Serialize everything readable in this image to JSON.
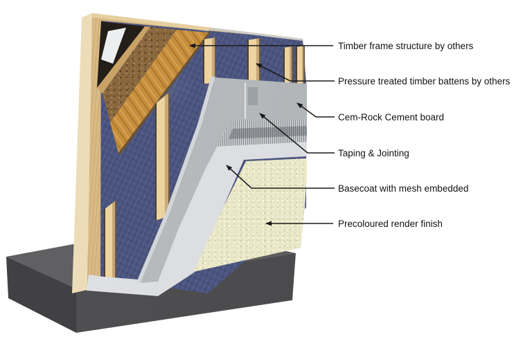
{
  "diagram": {
    "labels": [
      "Timber frame structure by others",
      "Pressure treated timber battens by others",
      "Cem-Rock Cement board",
      "Taping & Jointing",
      "Basecoat with mesh embedded",
      "Precoloured render finish"
    ],
    "colors": {
      "background": "#ffffff",
      "membrane_blue": "#4a5480",
      "timber_frame_wood": "#d9ba85",
      "batten_tan": "#ecd3a0",
      "osb_orange": "#c78f3d",
      "insulation_brown": "#8a6840",
      "cement_board_grey": "#b3b7ba",
      "basecoat_grey": "#dcdee1",
      "render_cream": "#e9e7c6",
      "concrete_dark": "#4a4a4d",
      "leader_line": "#1a1a1a"
    }
  }
}
